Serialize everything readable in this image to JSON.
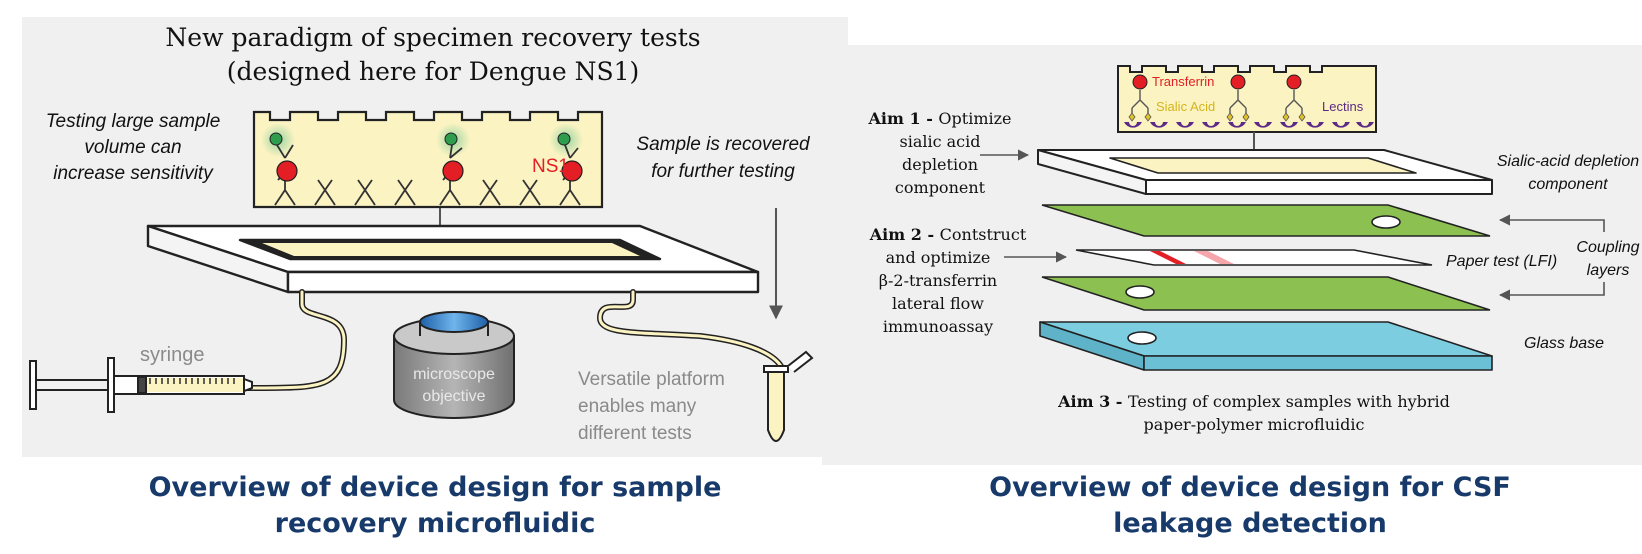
{
  "left": {
    "title_line1": "New paradigm of specimen recovery tests",
    "title_line2": "(designed here for Dengue NS1)",
    "note_left": [
      "Testing large sample",
      "volume can",
      "increase sensitivity"
    ],
    "note_right": [
      "Sample is recovered",
      "for further testing"
    ],
    "ns1_label": "NS1",
    "syringe_label": "syringe",
    "microscope_label": [
      "microscope",
      "objective"
    ],
    "versatile": [
      "Versatile platform",
      "enables many",
      "different tests"
    ]
  },
  "right": {
    "transferrin_label": "Transferrin",
    "sialic_label": "Sialic Acid",
    "lectins_label": "Lectins",
    "aim1_bold": "Aim 1 -",
    "aim1_text": [
      "Optimize",
      "sialic acid",
      "depletion",
      "component"
    ],
    "aim2_bold": "Aim 2 -",
    "aim2_text": [
      "Contstruct",
      "and optimize",
      "β-2-transferrin",
      "lateral flow",
      "immunoassay"
    ],
    "aim3_bold": "Aim 3 -",
    "aim3_text": [
      "Testing of complex samples with hybrid",
      "paper-polymer microfluidic"
    ],
    "sialic_component": [
      "Sialic-acid depletion",
      "component"
    ],
    "paper_test": "Paper test (LFI)",
    "coupling": [
      "Coupling",
      "layers"
    ],
    "glass_base": "Glass base"
  },
  "captions": {
    "left": [
      "Overview of device design for sample",
      "recovery microfluidic"
    ],
    "right": [
      "Overview of device design for CSF",
      "leakage detection"
    ]
  },
  "colors": {
    "caption": "#173a6a",
    "antigen_red": "#e31e24",
    "antibody_green": "#2f9d4e",
    "chip_yellow": "#fbf3c2",
    "layer_green": "#8cc152",
    "glass_blue": "#7ccde0",
    "lectin_purple": "#5b2a86"
  }
}
